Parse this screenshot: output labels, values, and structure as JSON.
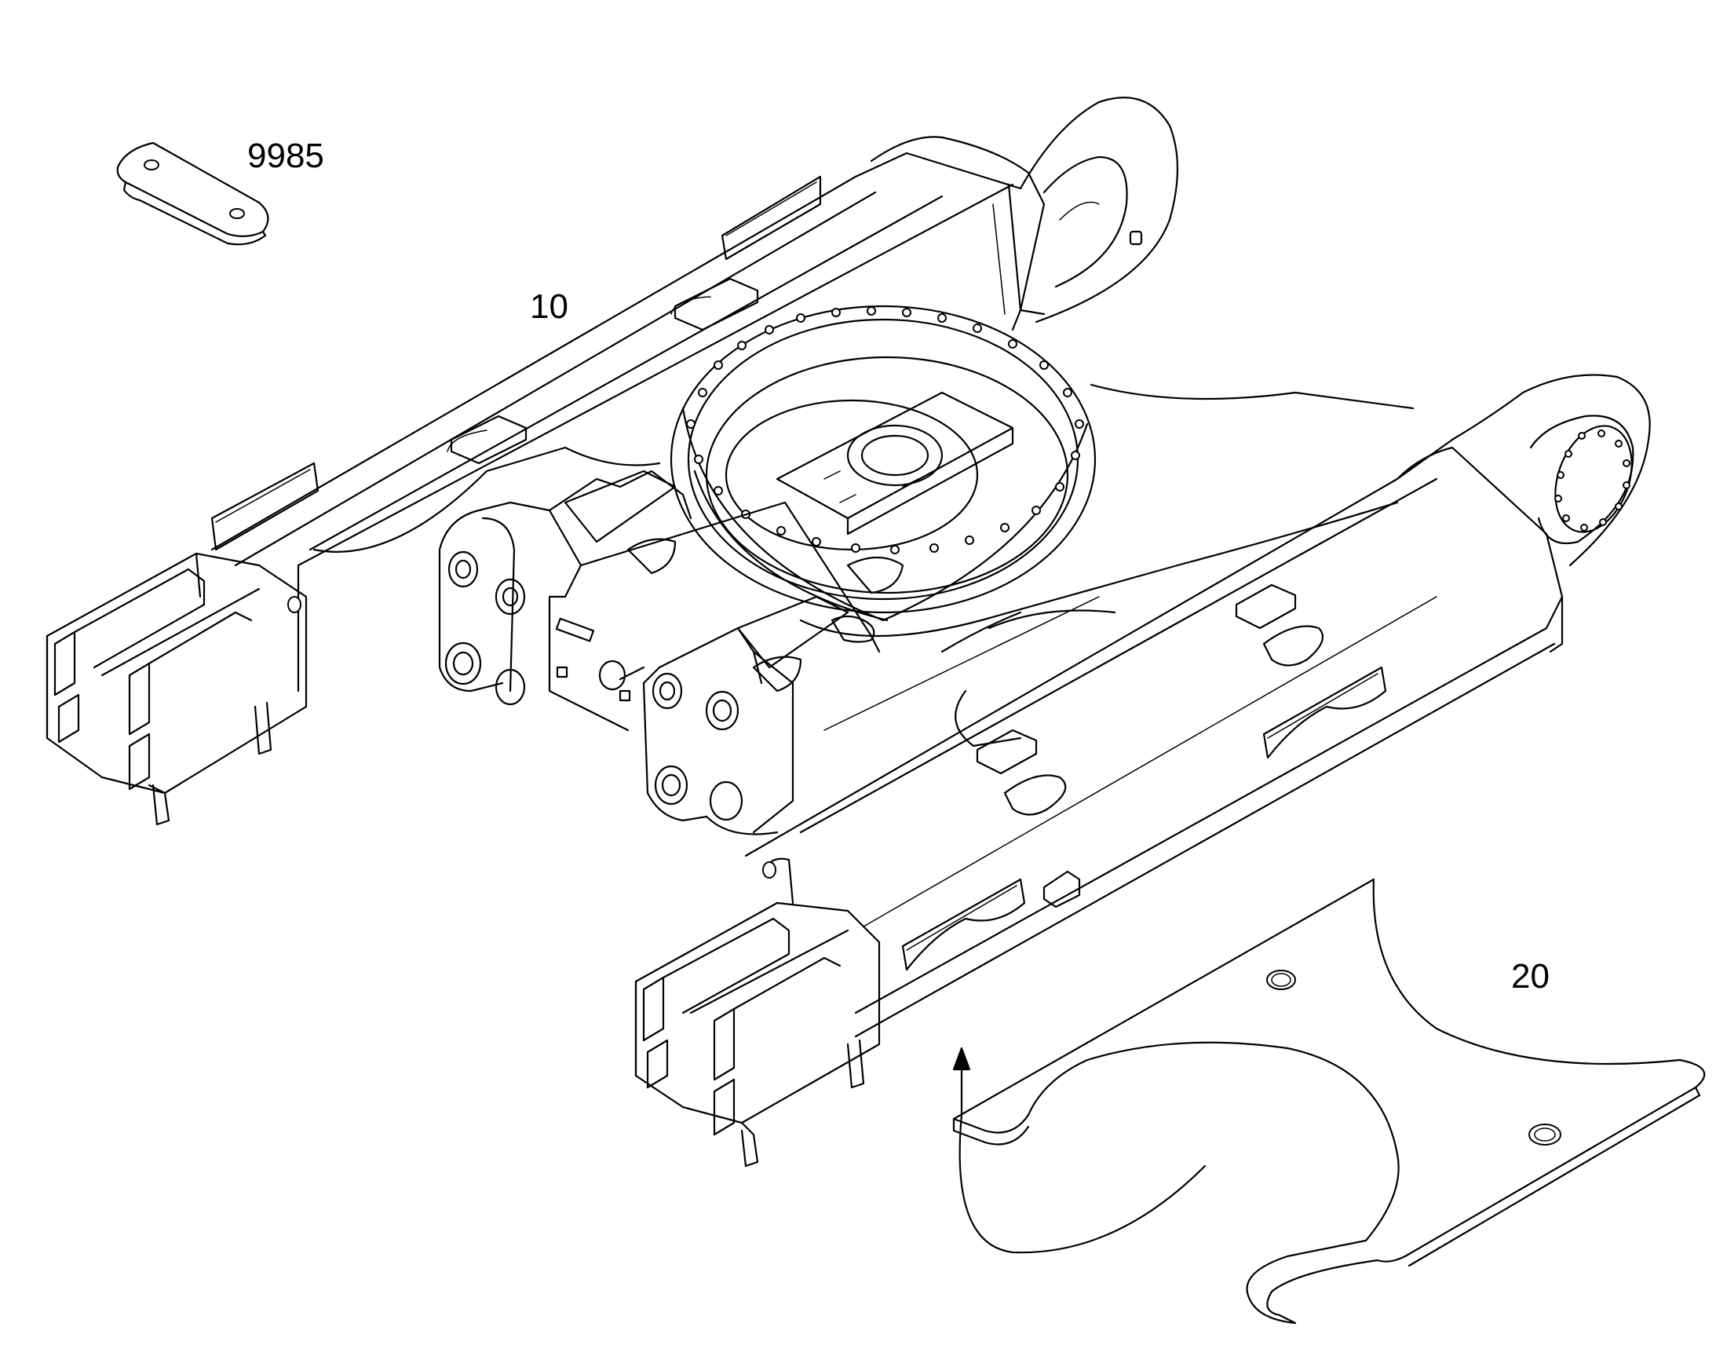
{
  "diagram": {
    "callouts": {
      "plate_small": "9985",
      "undercarriage_frame": "10",
      "cover_plate": "20"
    },
    "colors": {
      "line": "#000000",
      "background": "#ffffff"
    }
  }
}
